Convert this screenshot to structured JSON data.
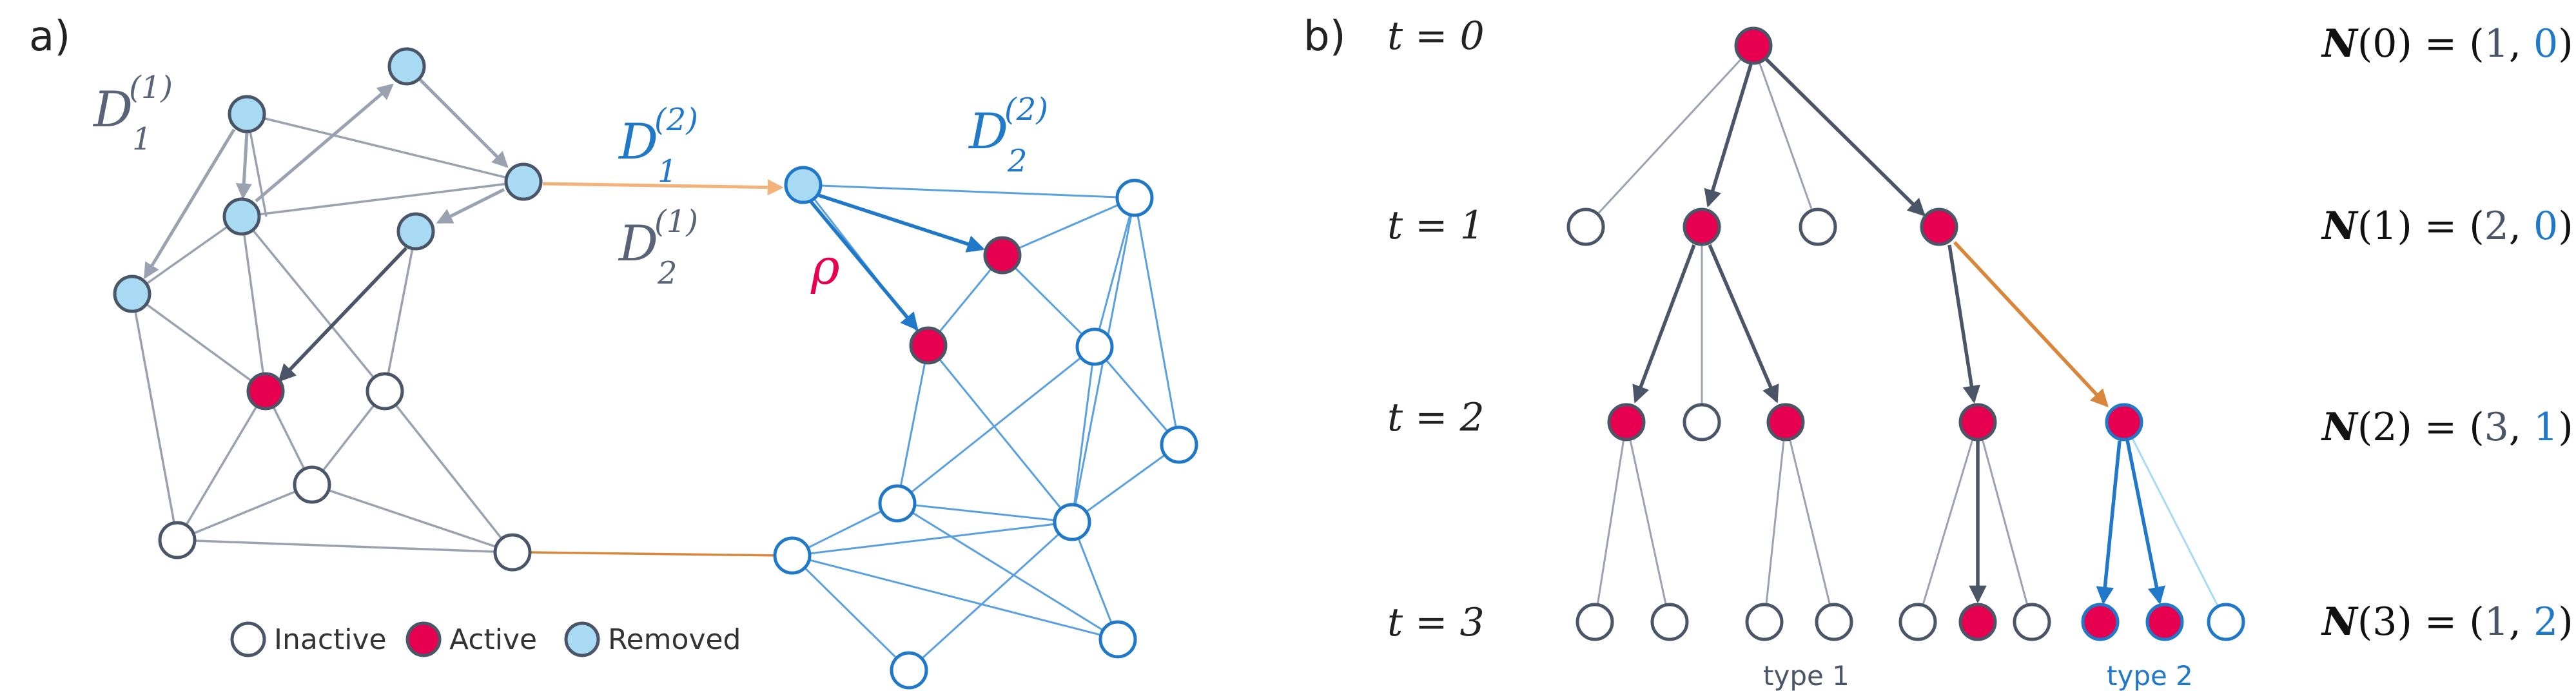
{
  "colors": {
    "gray": "#4a5568",
    "light_gray": "#9aa2b1",
    "blue": "#1f78c8",
    "light_blue_edge": "#7ab3e6",
    "removed_fill": "#a9daf4",
    "active": "#e6004f",
    "orange": "#f2b27a",
    "dark_orange": "#d9853a"
  },
  "panel_a": {
    "label": "a)",
    "d11": {
      "base": "D",
      "sub": "1",
      "sup": "(1)"
    },
    "d12": {
      "base": "D",
      "sub": "1",
      "sup": "(2)"
    },
    "d21": {
      "base": "D",
      "sub": "2",
      "sup": "(1)"
    },
    "d22": {
      "base": "D",
      "sub": "2",
      "sup": "(2)"
    },
    "rho": "ρ",
    "legend": {
      "inactive": "Inactive",
      "active": "Active",
      "removed": "Removed"
    }
  },
  "panel_b": {
    "label": "b)",
    "rows": [
      {
        "t": "t = 0",
        "N": "N(0) = (1, 0)",
        "n_prefix": "N",
        "n_arg": "(0) = (",
        "n1": "1",
        "n2": "0"
      },
      {
        "t": "t = 1",
        "N": "N(1) = (2, 0)",
        "n_prefix": "N",
        "n_arg": "(1) = (",
        "n1": "2",
        "n2": "0"
      },
      {
        "t": "t = 2",
        "N": "N(2) = (3, 1)",
        "n_prefix": "N",
        "n_arg": "(2) = (",
        "n1": "3",
        "n2": "1"
      },
      {
        "t": "t = 3",
        "N": "N(3) = (1, 2)",
        "n_prefix": "N",
        "n_arg": "(3) = (",
        "n1": "1",
        "n2": "2"
      }
    ],
    "type1": "type 1",
    "type2": "type 2"
  }
}
